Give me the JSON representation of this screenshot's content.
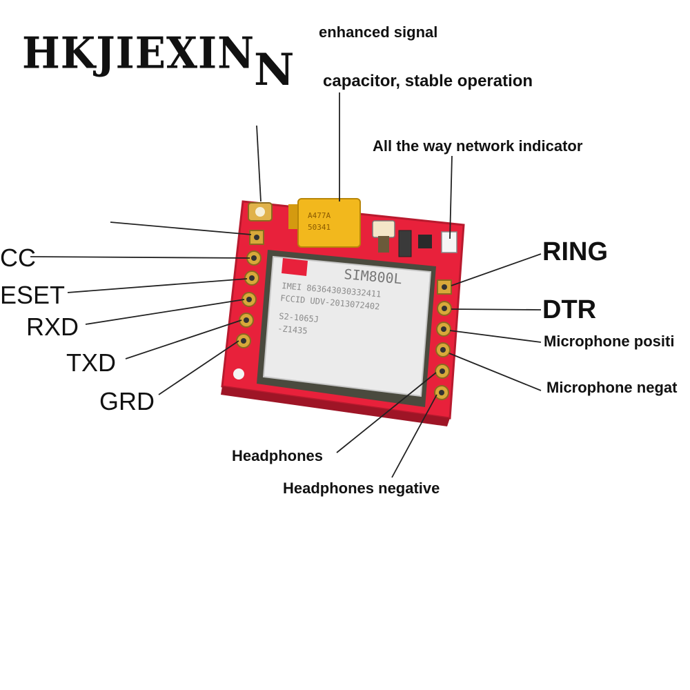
{
  "watermark": {
    "brand": "HKJIEXIN",
    "fragment": "N"
  },
  "top_labels": {
    "signal": "enhanced signal",
    "capacitor": "capacitor, stable operation",
    "network": "All the way network indicator"
  },
  "left_pins": {
    "vcc": "CC",
    "reset": "ESET",
    "rxd": "RXD",
    "txd": "TXD",
    "grd": "GRD"
  },
  "right_pins": {
    "ring": "RING",
    "dtr": "DTR",
    "mic_pos": "Microphone positi",
    "mic_neg": "Microphone negat"
  },
  "bottom_labels": {
    "headphones": "Headphones",
    "headphones_neg": "Headphones negative"
  },
  "module": {
    "model": "SIM800L",
    "line1": "IMEI 863643030332411",
    "line2": "FCCID UDV-2013072402",
    "line3": "S2-1065J",
    "line4": "-Z1435",
    "cap_line1": "A477A",
    "cap_line2": "50341"
  },
  "colors": {
    "board": "#e8213b",
    "board_dark": "#b81a2e",
    "shield": "#e9e9e9",
    "gold": "#d8a93a",
    "capacitor": "#f2b81d"
  }
}
